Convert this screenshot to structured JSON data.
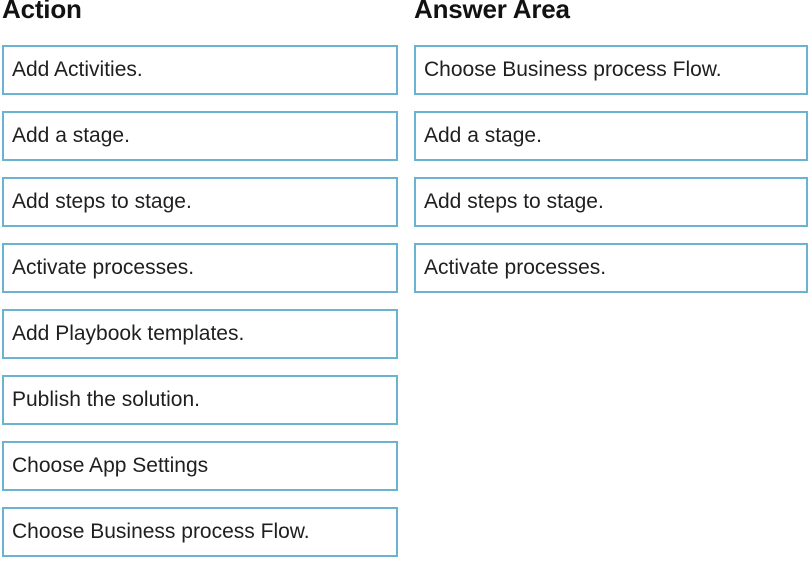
{
  "question": {
    "type": "drag-and-drop-ordering",
    "columns": [
      {
        "id": "actions",
        "header": "Action",
        "items": [
          {
            "label": "Add Activities."
          },
          {
            "label": "Add a stage."
          },
          {
            "label": "Add steps to stage."
          },
          {
            "label": "Activate processes."
          },
          {
            "label": "Add Playbook templates."
          },
          {
            "label": "Publish the solution."
          },
          {
            "label": "Choose App Settings"
          },
          {
            "label": "Choose Business process Flow."
          }
        ]
      },
      {
        "id": "answers",
        "header": "Answer Area",
        "items": [
          {
            "label": "Choose Business process Flow."
          },
          {
            "label": "Add a stage."
          },
          {
            "label": "Add steps to stage."
          },
          {
            "label": "Activate processes."
          }
        ]
      }
    ]
  },
  "colors": {
    "item_border": "#6cb2d1",
    "item_background": "#ffffff",
    "text": "#1f1f1f",
    "header_text": "#121212",
    "page_background": "#ffffff"
  }
}
